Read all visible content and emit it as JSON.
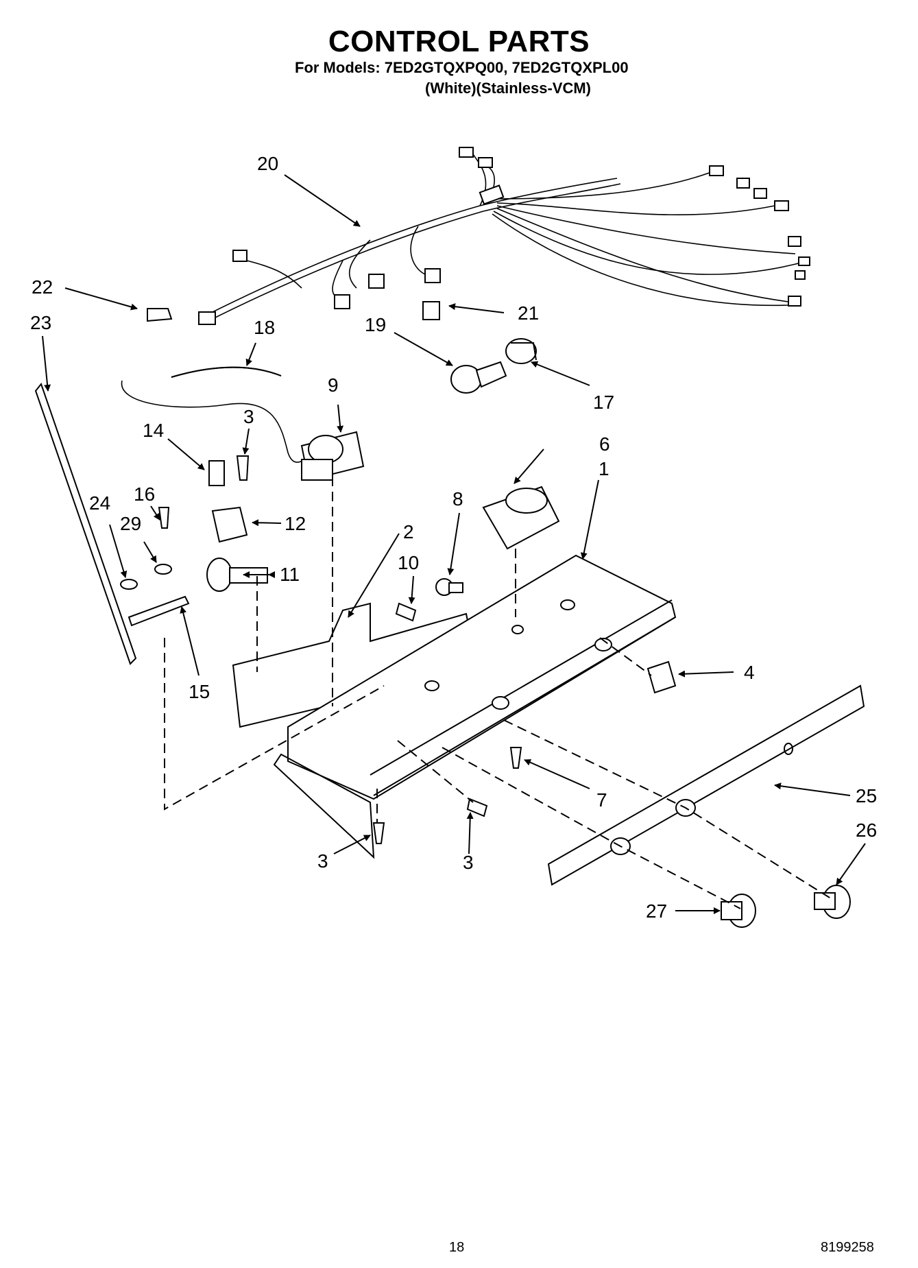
{
  "header": {
    "title": "CONTROL PARTS",
    "models_line": "For Models: 7ED2GTQXPQ00, 7ED2GTQXPL00",
    "variants_line": "(White)(Stainless-VCM)"
  },
  "callouts": {
    "c1": "1",
    "c2": "2",
    "c3a": "3",
    "c3b": "3",
    "c3c": "3",
    "c4": "4",
    "c6": "6",
    "c7": "7",
    "c8": "8",
    "c9": "9",
    "c10": "10",
    "c11": "11",
    "c12": "12",
    "c14": "14",
    "c15": "15",
    "c16": "16",
    "c17": "17",
    "c18": "18",
    "c19": "19",
    "c20": "20",
    "c21": "21",
    "c22": "22",
    "c23": "23",
    "c24": "24",
    "c25": "25",
    "c26": "26",
    "c27": "27",
    "c29": "29"
  },
  "footer": {
    "page_number": "18",
    "document_number": "8199258"
  }
}
